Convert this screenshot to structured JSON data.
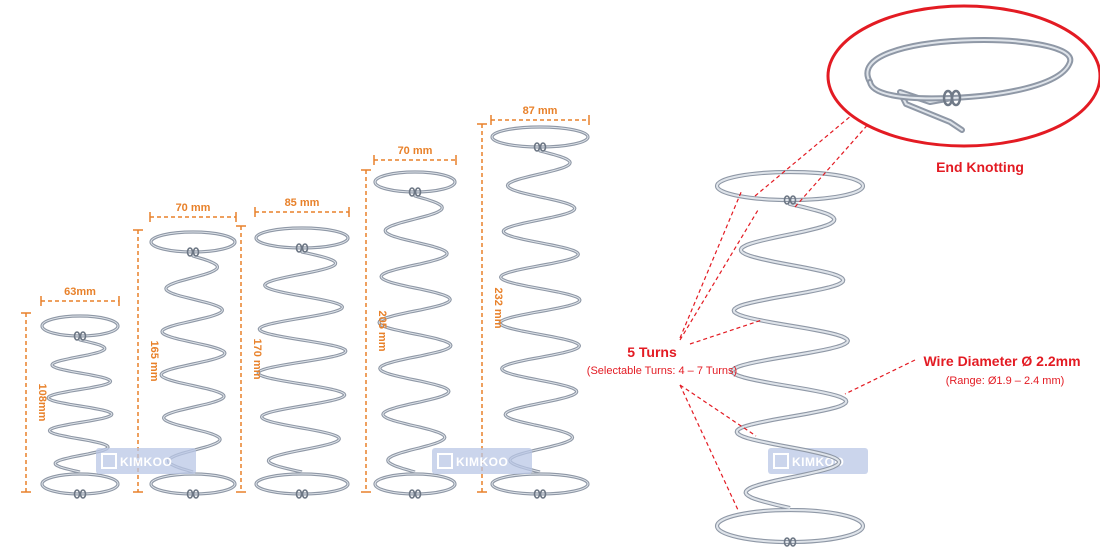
{
  "colors": {
    "dimension": "#e8812a",
    "callout": "#e31b23",
    "wire": "#8f98a6",
    "wire_highlight": "#dfe4ea",
    "logo": "#b9c7e6"
  },
  "brand": {
    "logo_text": "KIMKOO"
  },
  "springs": [
    {
      "width_label": "63mm",
      "height_label": "108mm",
      "turns": 4
    },
    {
      "width_label": "70 mm",
      "height_label": "165 mm",
      "turns": 5
    },
    {
      "width_label": "85 mm",
      "height_label": "170 mm",
      "turns": 5
    },
    {
      "width_label": "70 mm",
      "height_label": "205 mm",
      "turns": 6
    },
    {
      "width_label": "87 mm",
      "height_label": "232 mm",
      "turns": 7
    }
  ],
  "detail": {
    "end_knotting_label": "End Knotting",
    "turns_label": "5 Turns",
    "turns_sub": "(Selectable Turns: 4 – 7 Turns)",
    "wire_label": "Wire Diameter Ø 2.2mm",
    "wire_sub": "(Range: Ø1.9 – 2.4 mm)",
    "turns": 5
  }
}
